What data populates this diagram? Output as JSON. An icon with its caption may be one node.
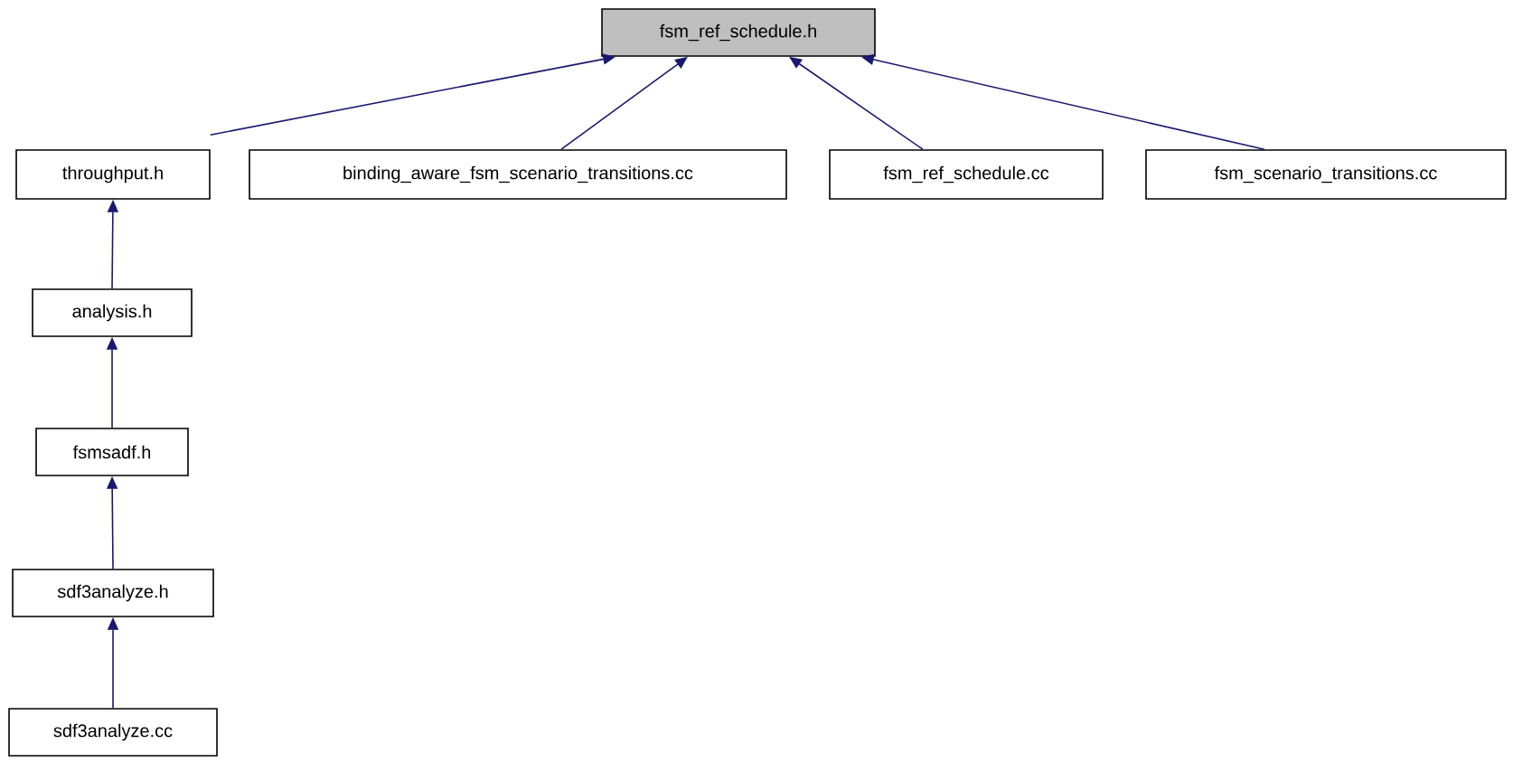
{
  "diagram": {
    "nodes": [
      {
        "text": [
          "fsm_ref_schedule.h"
        ]
      },
      {
        "text": [
          "throughput.h"
        ]
      },
      {
        "text": [
          "binding_aware_fsm_scenario_transitions.cc"
        ]
      },
      {
        "text": [
          "fsm_ref_schedule.cc"
        ]
      },
      {
        "text": [
          "fsm_scenario_transitions.cc"
        ]
      },
      {
        "text": [
          "analysis.h"
        ]
      },
      {
        "text": [
          "fsmsadf.h"
        ]
      },
      {
        "text": [
          "sdf3analyze.h"
        ]
      },
      {
        "text": [
          "sdf3analyze.cc"
        ]
      }
    ],
    "edges": [
      {
        "from": 1,
        "to": 0,
        "arrow": "to"
      },
      {
        "from": 2,
        "to": 0,
        "arrow": "to"
      },
      {
        "from": 3,
        "to": 0,
        "arrow": "to"
      },
      {
        "from": 4,
        "to": 0,
        "arrow": "to"
      },
      {
        "from": 5,
        "to": 1,
        "arrow": "to"
      },
      {
        "from": 6,
        "to": 5,
        "arrow": "to"
      },
      {
        "from": 7,
        "to": 6,
        "arrow": "to"
      },
      {
        "from": 8,
        "to": 7,
        "arrow": "to"
      }
    ]
  }
}
